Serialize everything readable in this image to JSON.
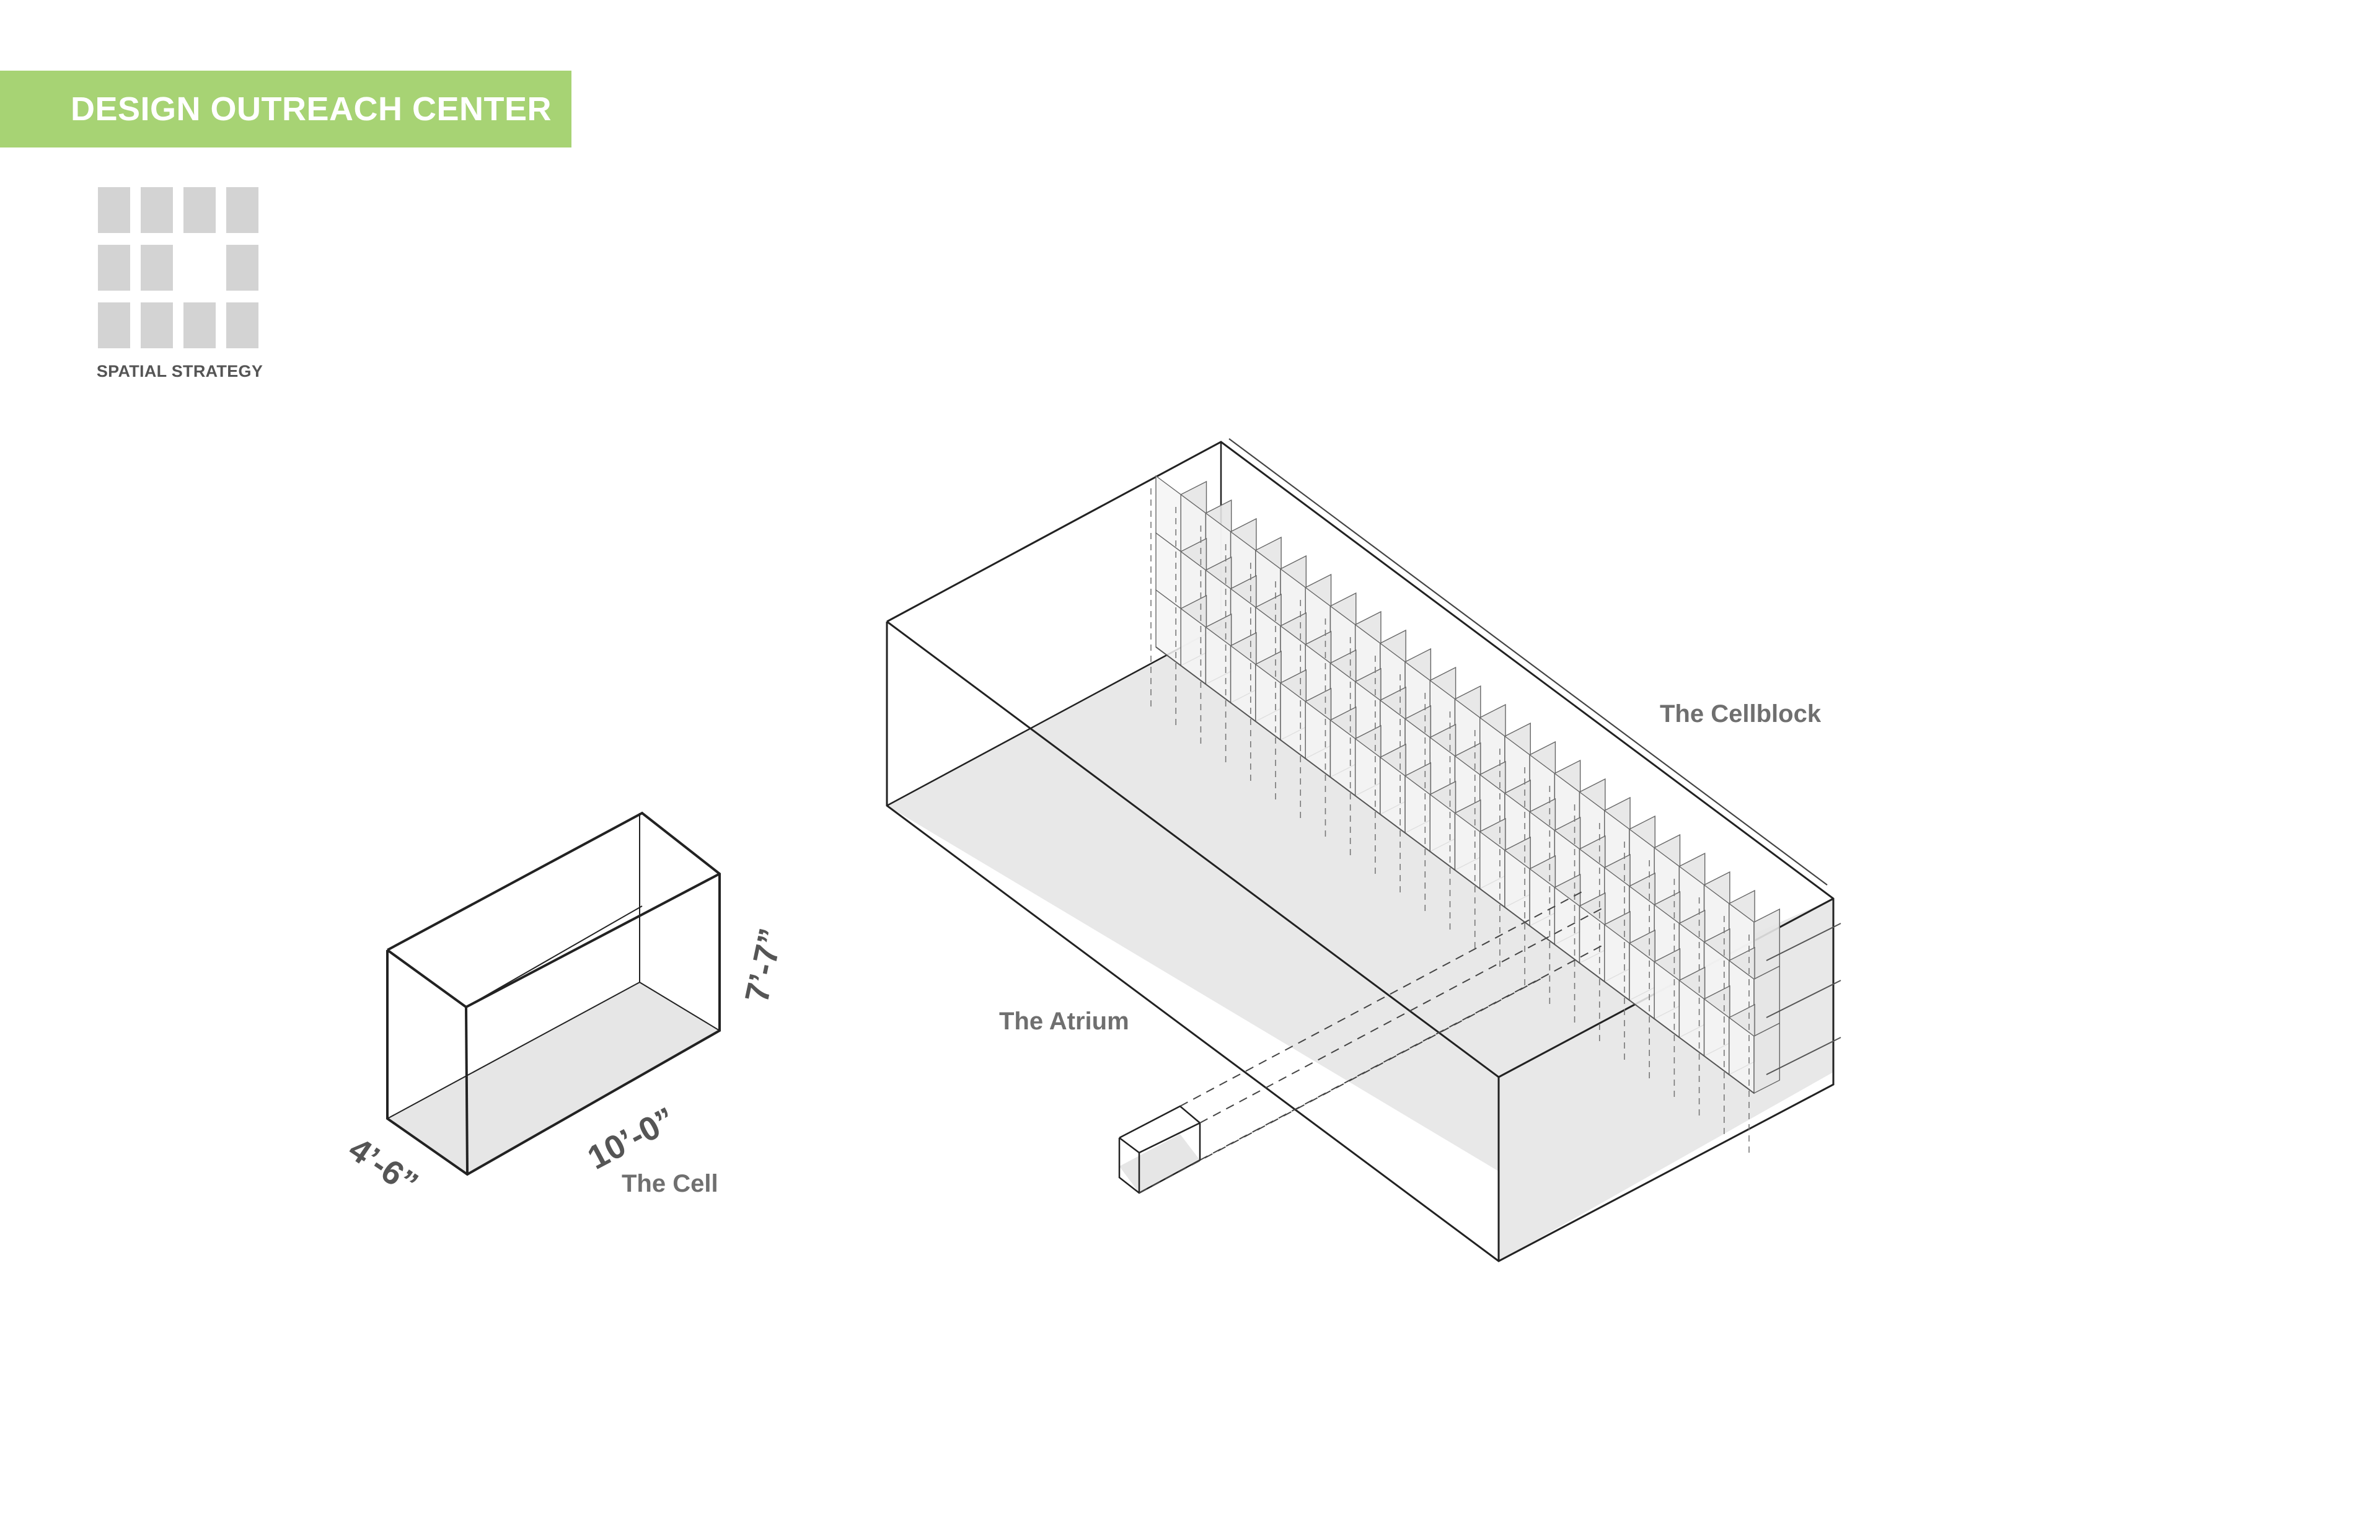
{
  "header": {
    "title": "DESIGN OUTREACH CENTER",
    "band_color": "#a7d374"
  },
  "strategy": {
    "caption": "SPATIAL STRATEGY",
    "icon": "spatial-strategy-grid-icon",
    "cell_color": "#d3d3d3"
  },
  "cell": {
    "label": "The Cell",
    "dimensions": {
      "width": "4’-6”",
      "length": "10’-0”",
      "height": "7’-7”"
    }
  },
  "atrium": {
    "label": "The Atrium"
  },
  "cellblock": {
    "label": "The Cellblock",
    "columns": 24,
    "tiers": 3
  },
  "colors": {
    "line": "#222222",
    "floor_fill": "#e6e6e6",
    "label_text": "#6f6f6f"
  }
}
